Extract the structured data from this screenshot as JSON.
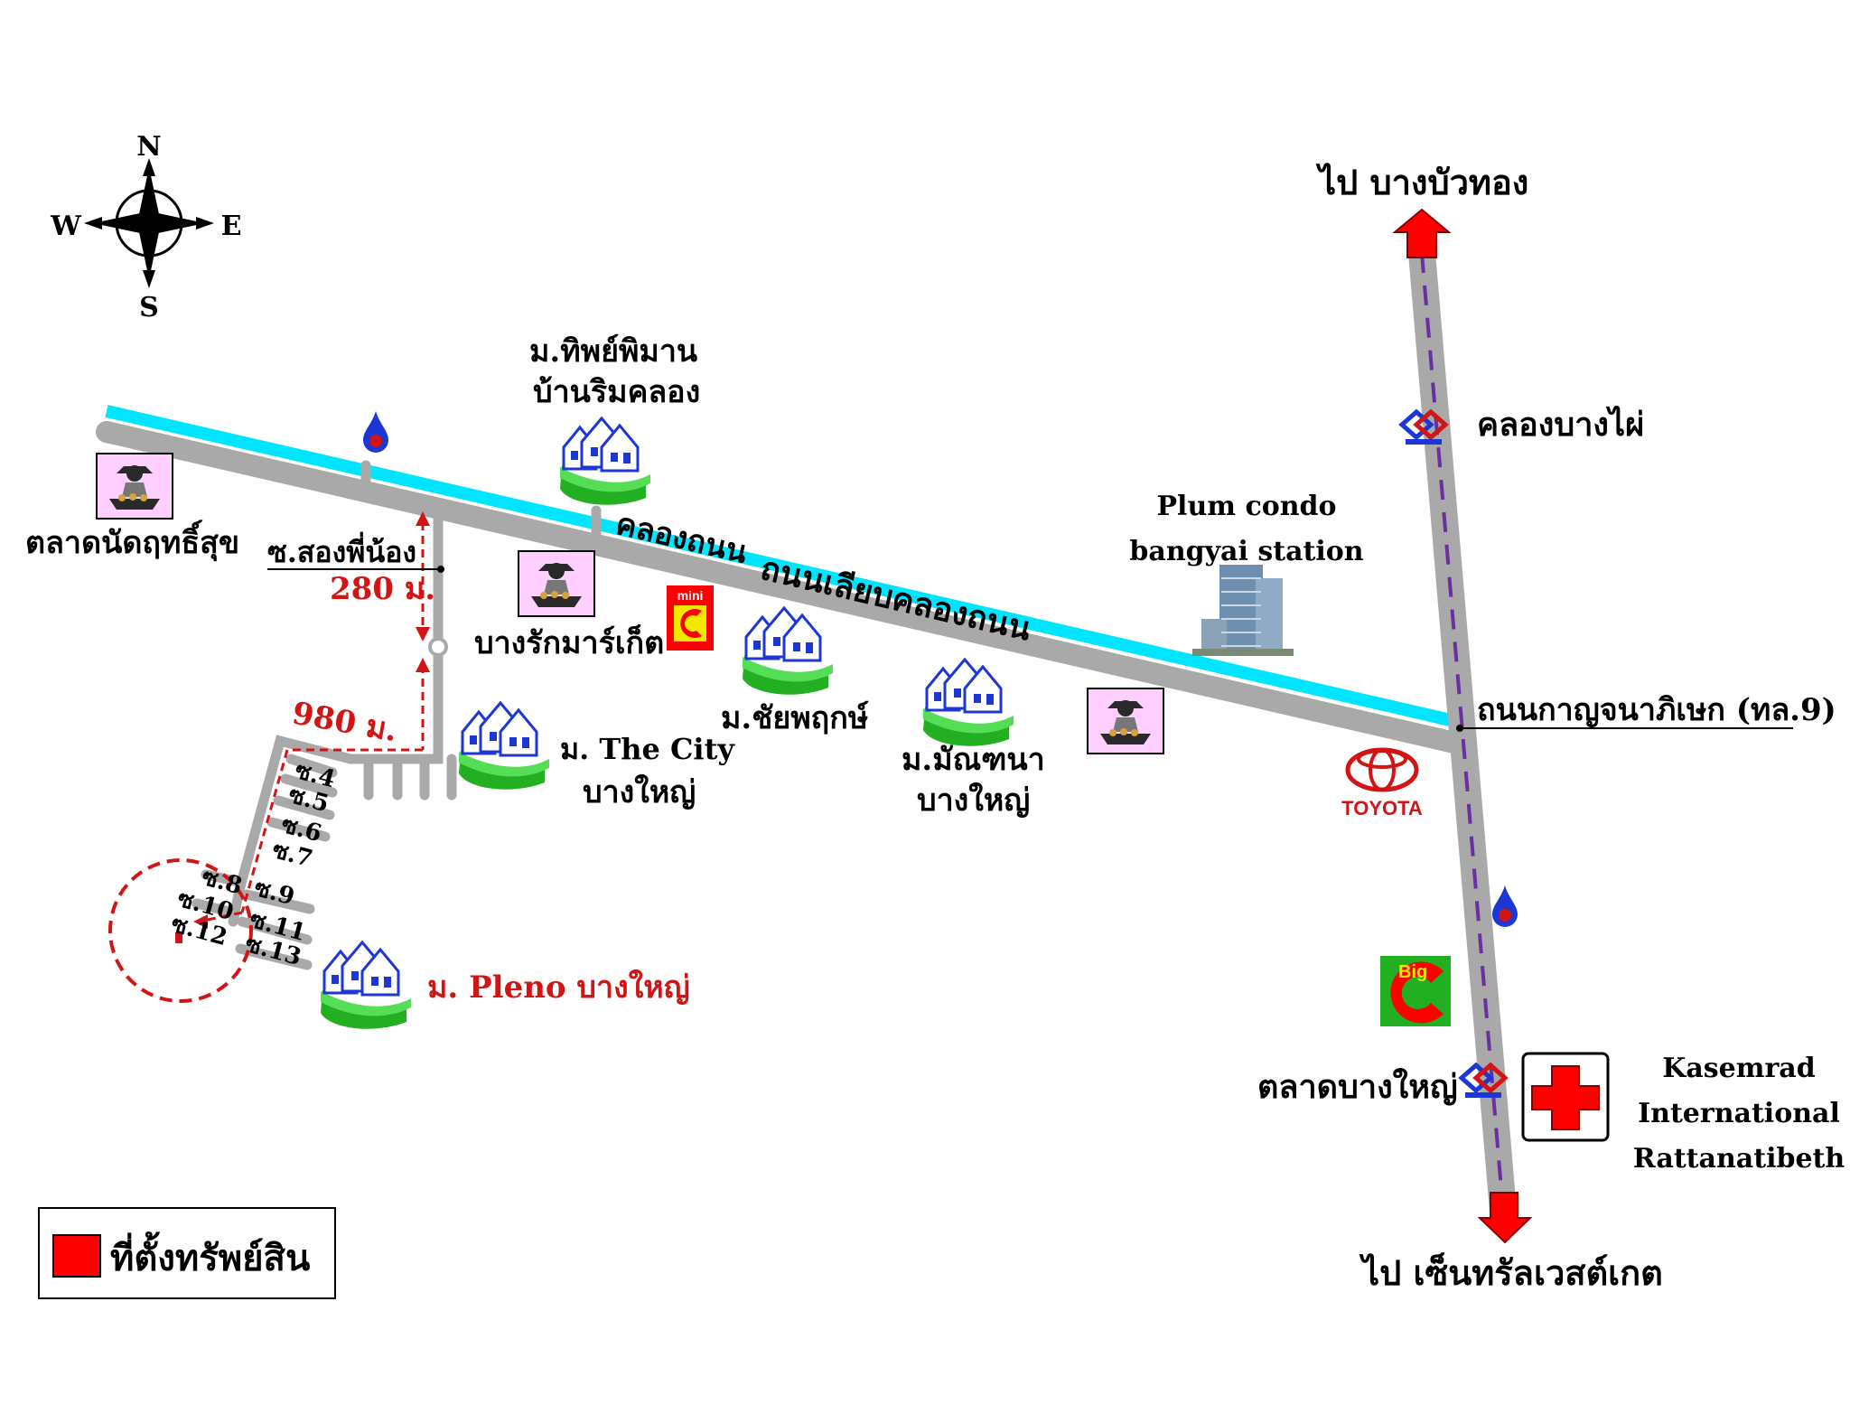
{
  "compass": {
    "n": "N",
    "s": "S",
    "e": "E",
    "w": "W"
  },
  "roads": {
    "canal_road": "ถนนเลียบคลองถนน",
    "canal": "คลองถนน",
    "highway": "ถนนกาญจนาภิเษก (ทล.9)"
  },
  "directions": {
    "north": "ไป บางบัวทอง",
    "south": "ไป เซ็นทรัลเวสต์เกต"
  },
  "stations": {
    "khlong_bang_phai": "คลองบางไผ่",
    "talad_bang_yai": "ตลาดบางใหญ่"
  },
  "landmarks": {
    "talad_nat": "ตลาดนัดฤทธิ์สุข",
    "soi_song_phi_nong": "ซ.สองพี่น้อง",
    "dist_280": "280 ม.",
    "dist_980": "980 ม.",
    "bang_rak_market": "บางรักมาร์เก็ต",
    "tip_phiman_1": "ม.ทิพย์พิมาน",
    "tip_phiman_2": "บ้านริมคลอง",
    "chaiyapruk": "ม.ชัยพฤกษ์",
    "monthana_1": "ม.มัณฑนา",
    "monthana_2": "บางใหญ่",
    "the_city_1": "ม. The City",
    "the_city_2": "บางใหญ่",
    "pleno": "ม. Pleno บางใหญ่",
    "plum_1": "Plum condo",
    "plum_2": "bangyai station",
    "kasemrad_1": "Kasemrad",
    "kasemrad_2": "International",
    "kasemrad_3": "Rattanatibeth",
    "toyota": "TOYOTA",
    "mini_c": "mini",
    "big_c": "Big"
  },
  "sois": {
    "s4": "ซ.4",
    "s5": "ซ.5",
    "s6": "ซ.6",
    "s7": "ซ.7",
    "s8": "ซ.8",
    "s9": "ซ.9",
    "s10": "ซ.10",
    "s11": "ซ.11",
    "s12": "ซ.12",
    "s13": "ซ.13"
  },
  "legend": {
    "label": "ที่ตั้งทรัพย์สิน"
  },
  "colors": {
    "road": "#a9a9a9",
    "canal": "#00e5ff",
    "route": "#d21414",
    "rail": "#6a2fa0",
    "house": "#1c37d6",
    "lawn": "#22b022"
  }
}
